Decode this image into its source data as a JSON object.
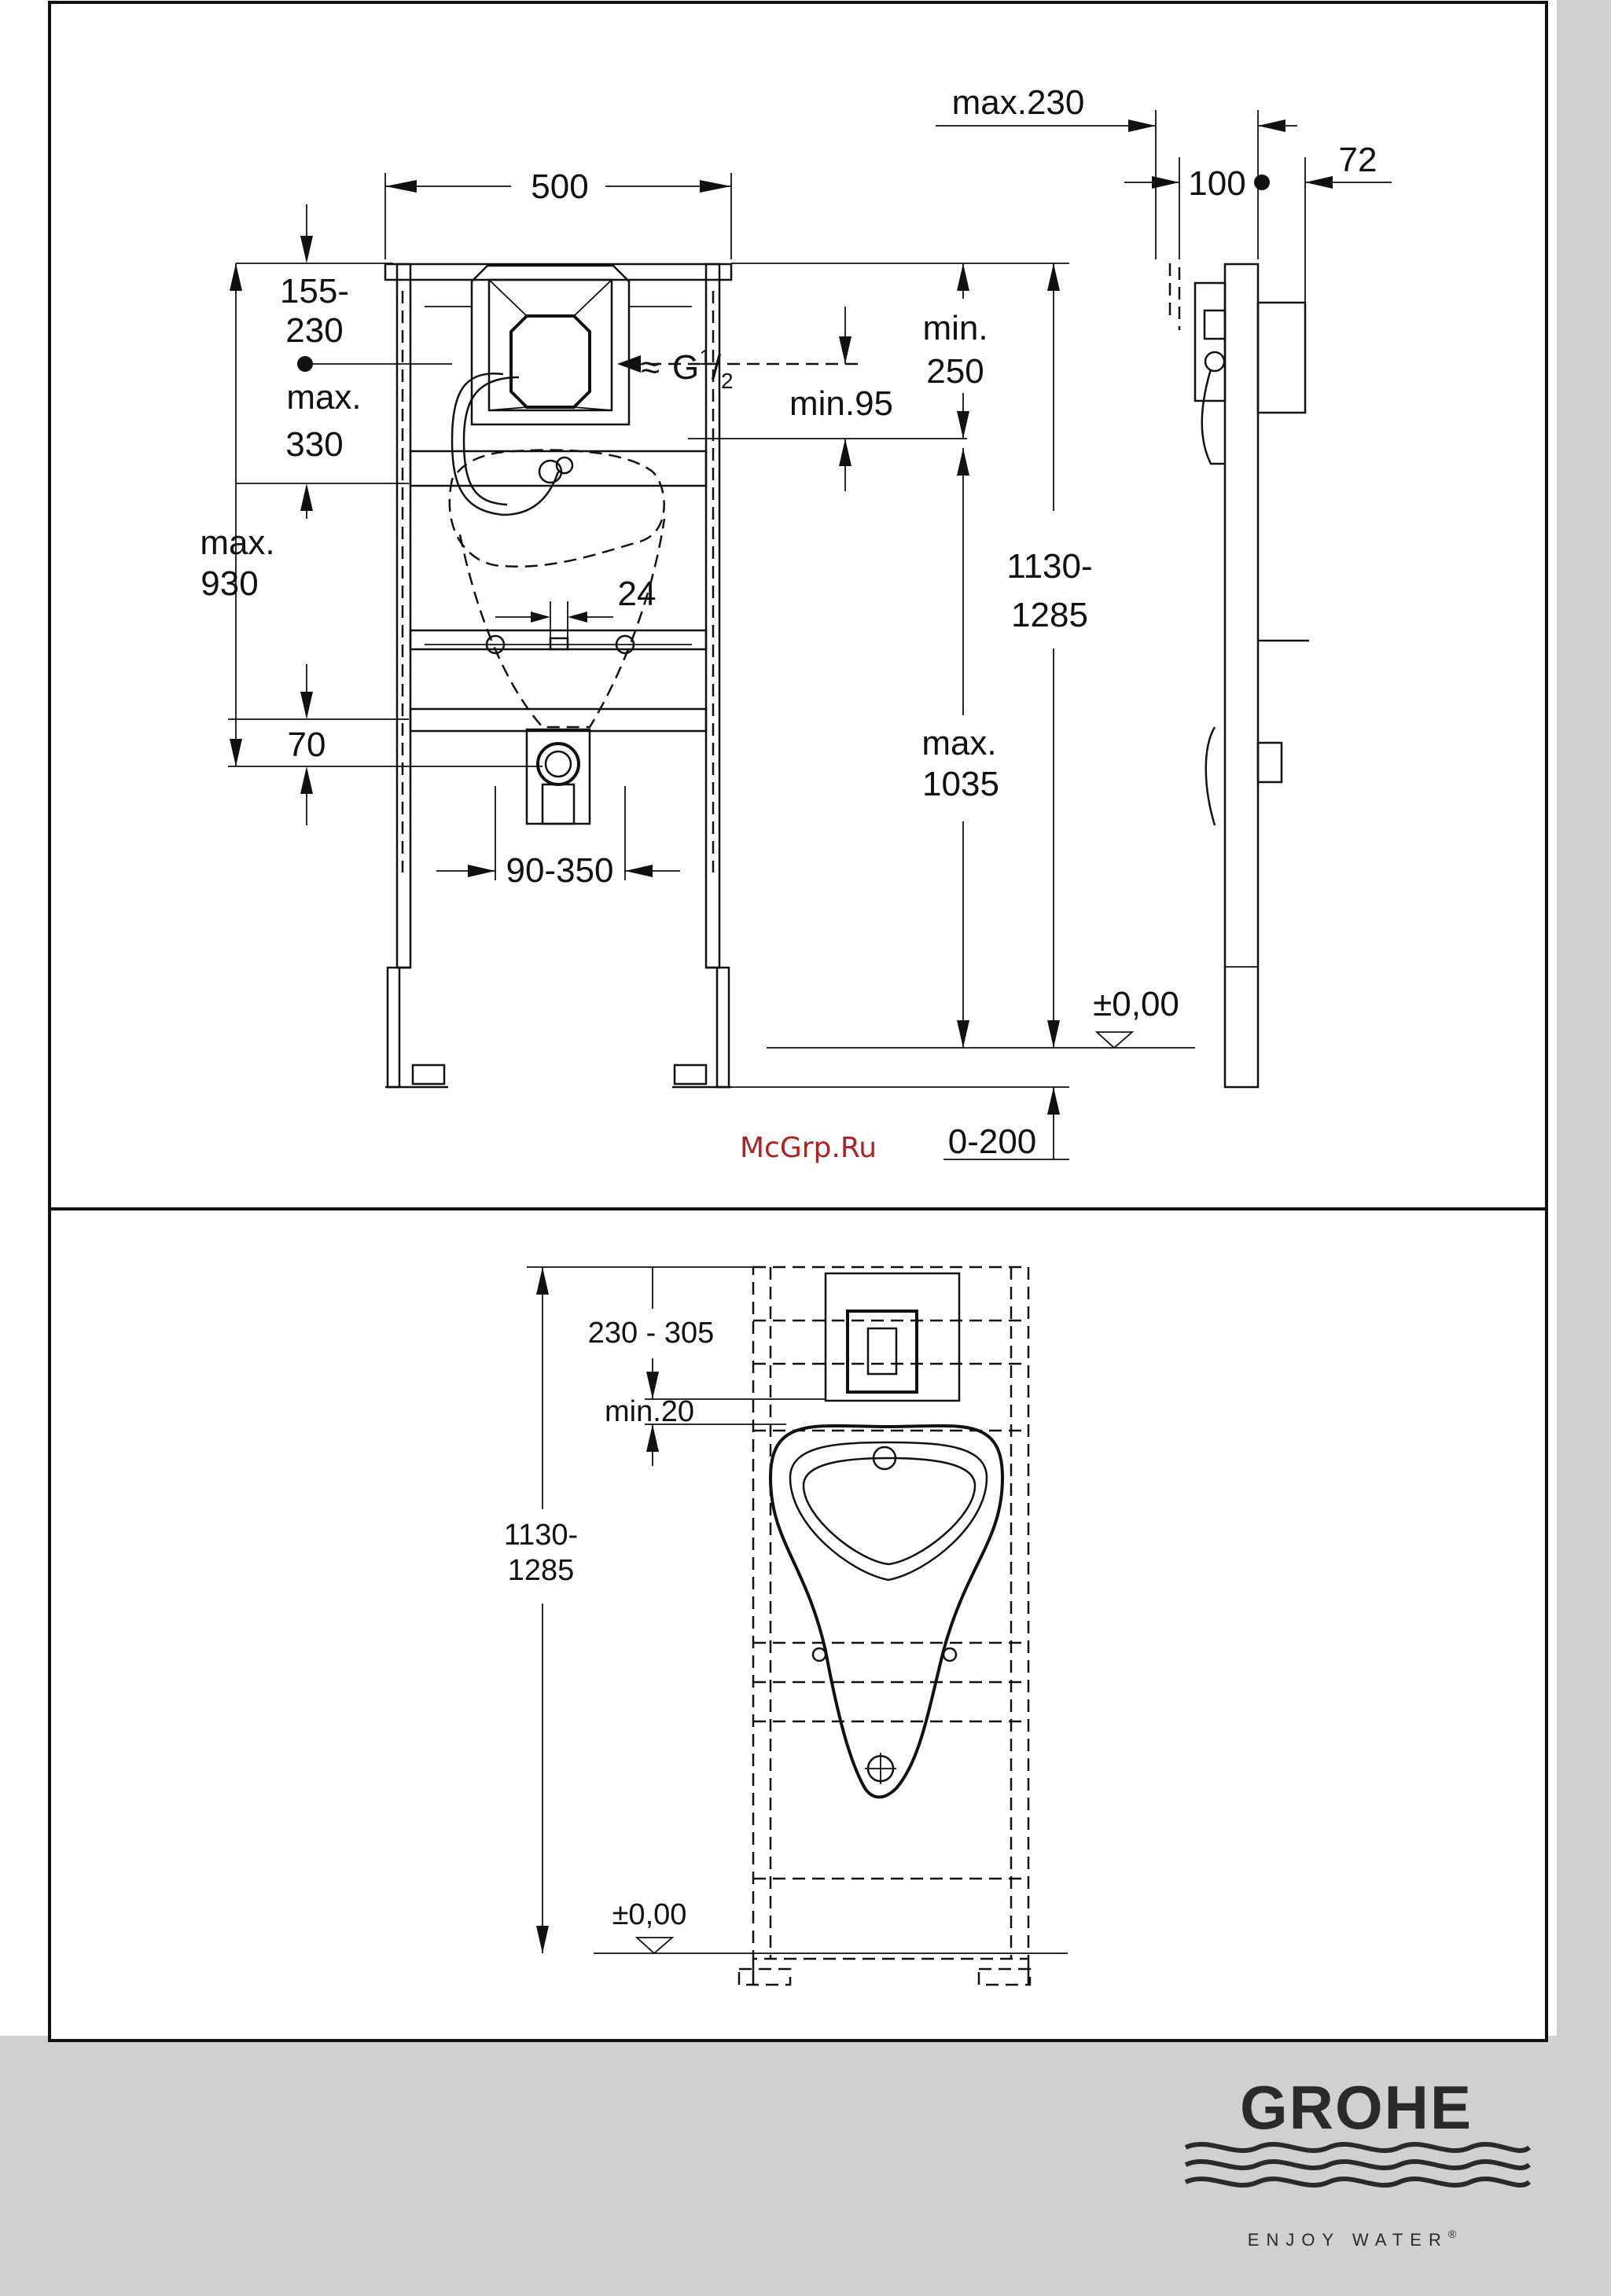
{
  "watermark": "McGrp.Ru",
  "brand": {
    "name": "GROHE",
    "tagline": "ENJOY WATER",
    "registered_mark": "®"
  },
  "colors": {
    "line": "#111111",
    "side_strip": "#d0d0d0",
    "footer_bg": "#d0d0d0",
    "watermark": "#b32020"
  },
  "front_view": {
    "width": "500",
    "top_to_inlet": {
      "line1": "155-",
      "line2": "230"
    },
    "inlet_to_bowl": {
      "line1": "max.",
      "line2": "330"
    },
    "overall_left": {
      "line1": "max.",
      "line2": "930"
    },
    "waste_offset": "70",
    "inlet_label": "G",
    "inlet_sup": "1",
    "inlet_sub": "2",
    "slot": "24",
    "fixing_range": "90-350",
    "top_clearance": {
      "line1": "min.",
      "line2": "250"
    },
    "spacing": "min.95",
    "height_right": {
      "line1": "1130-",
      "line2": "1285"
    },
    "floor_to_fix": {
      "line1": "max.",
      "line2": "1035"
    },
    "floor_level": "±0,00",
    "foot_range": "0-200"
  },
  "side_view": {
    "depth_max": "max.230",
    "depth_100": "100",
    "depth_72": "72"
  },
  "urinal_view": {
    "top_range": "230 - 305",
    "gap": "min.20",
    "height": {
      "line1": "1130-",
      "line2": "1285"
    },
    "floor_level": "±0,00"
  }
}
